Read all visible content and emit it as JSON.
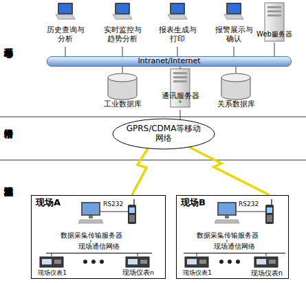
{
  "diagram": {
    "nodes": [
      {
        "text": [
          "历史查询与分析"
        ]
      },
      {
        "text": [
          "实时监控与趋势分析"
        ]
      },
      {
        "text": [
          "报表生成与打印"
        ]
      },
      {
        "text": [
          "报警展示与确认"
        ]
      },
      {
        "text": [
          "Web服务器"
        ]
      },
      {
        "text": [
          "Intranet/Internet"
        ]
      },
      {
        "text": [
          "工业数据库"
        ]
      },
      {
        "text": [
          "通讯服务器"
        ]
      },
      {
        "text": [
          "关系数据库"
        ]
      },
      {
        "text": [
          "GPRS/CDMA等移动网络"
        ]
      },
      {
        "text": [
          "现场A"
        ]
      },
      {
        "text": [
          "数据采集传输服务器"
        ],
        "in": 10
      },
      {
        "text": [
          "现场通信网络"
        ],
        "in": 10
      },
      {
        "text": [
          "现场仪表1"
        ],
        "in": 10
      },
      {
        "text": [
          "现场仪表n"
        ],
        "in": 10
      },
      {
        "text": [
          "现场B"
        ]
      },
      {
        "text": [
          "数据采集传输服务器"
        ],
        "in": 15
      },
      {
        "text": [
          "现场通信网络"
        ],
        "in": 15
      },
      {
        "text": [
          "现场仪表1"
        ],
        "in": 15
      },
      {
        "text": [
          "现场仪表n"
        ],
        "in": 15
      }
    ],
    "edges": [
      {
        "from": 0,
        "to": 5,
        "arrow": "none"
      },
      {
        "from": 1,
        "to": 5,
        "arrow": "none"
      },
      {
        "from": 2,
        "to": 5,
        "arrow": "none"
      },
      {
        "from": 3,
        "to": 5,
        "arrow": "none"
      },
      {
        "from": 4,
        "to": 5,
        "arrow": "none"
      },
      {
        "from": 5,
        "to": 6,
        "arrow": "none"
      },
      {
        "from": 5,
        "to": 7,
        "arrow": "none"
      },
      {
        "from": 5,
        "to": 8,
        "arrow": "none"
      },
      {
        "from": 7,
        "to": 9,
        "arrow": "none"
      },
      {
        "from": 9,
        "to": 10,
        "arrow": "none"
      },
      {
        "from": 9,
        "to": 15,
        "arrow": "none"
      },
      {
        "from": 11,
        "to": 12,
        "arrow": "none"
      },
      {
        "from": 12,
        "to": 13,
        "arrow": "none"
      },
      {
        "from": 12,
        "to": 14,
        "arrow": "none"
      },
      {
        "from": 16,
        "to": 17,
        "arrow": "none"
      },
      {
        "from": 17,
        "to": 18,
        "arrow": "none"
      },
      {
        "from": 17,
        "to": 19,
        "arrow": "none"
      }
    ],
    "labels": [
      "环保局中心站",
      "传输网络",
      "现场监测站",
      "RS232",
      "RS232"
    ]
  }
}
